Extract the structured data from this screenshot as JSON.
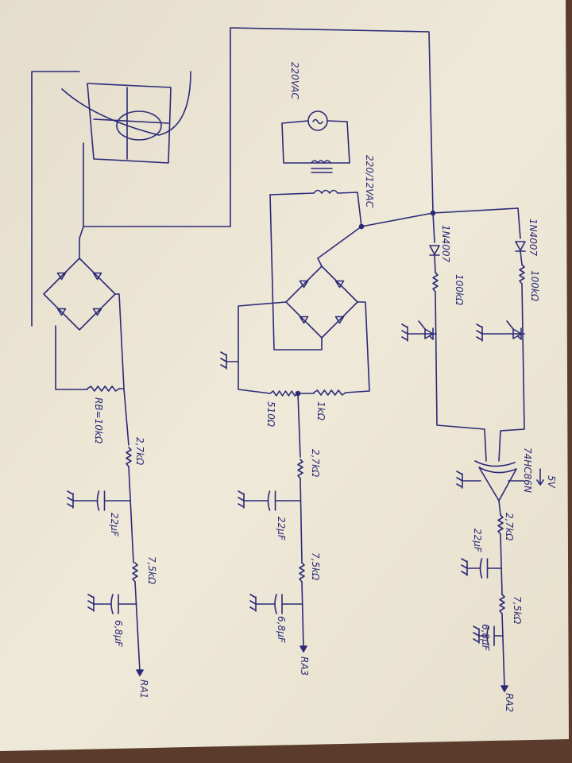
{
  "diagram": {
    "ink_color": "#2b2a78",
    "paper_color": "#ebe5d4",
    "left_circuit": {
      "rb": "RB=10kΩ",
      "r1": "2,7kΩ",
      "c1": "22µF",
      "r2": "7,5kΩ",
      "c2": "6,8µF",
      "output": "RA1"
    },
    "middle_circuit": {
      "source": "220VAC",
      "transformer": "220/12VAC",
      "r_left": "510Ω",
      "r_right": "1kΩ",
      "r1": "2,7kΩ",
      "c1": "22µF",
      "r2": "7,5kΩ",
      "c2": "6,8µF",
      "output": "RA3"
    },
    "right_circuit": {
      "diode1": "1N4007",
      "res1": "100kΩ",
      "diode2": "1N4007",
      "res2": "100kΩ",
      "gate": "74HC86N",
      "supply": "5V",
      "r1": "2,7kΩ",
      "c1": "22µF",
      "r2": "7,5kΩ",
      "c2": "6,8µF",
      "output": "RA2"
    }
  }
}
